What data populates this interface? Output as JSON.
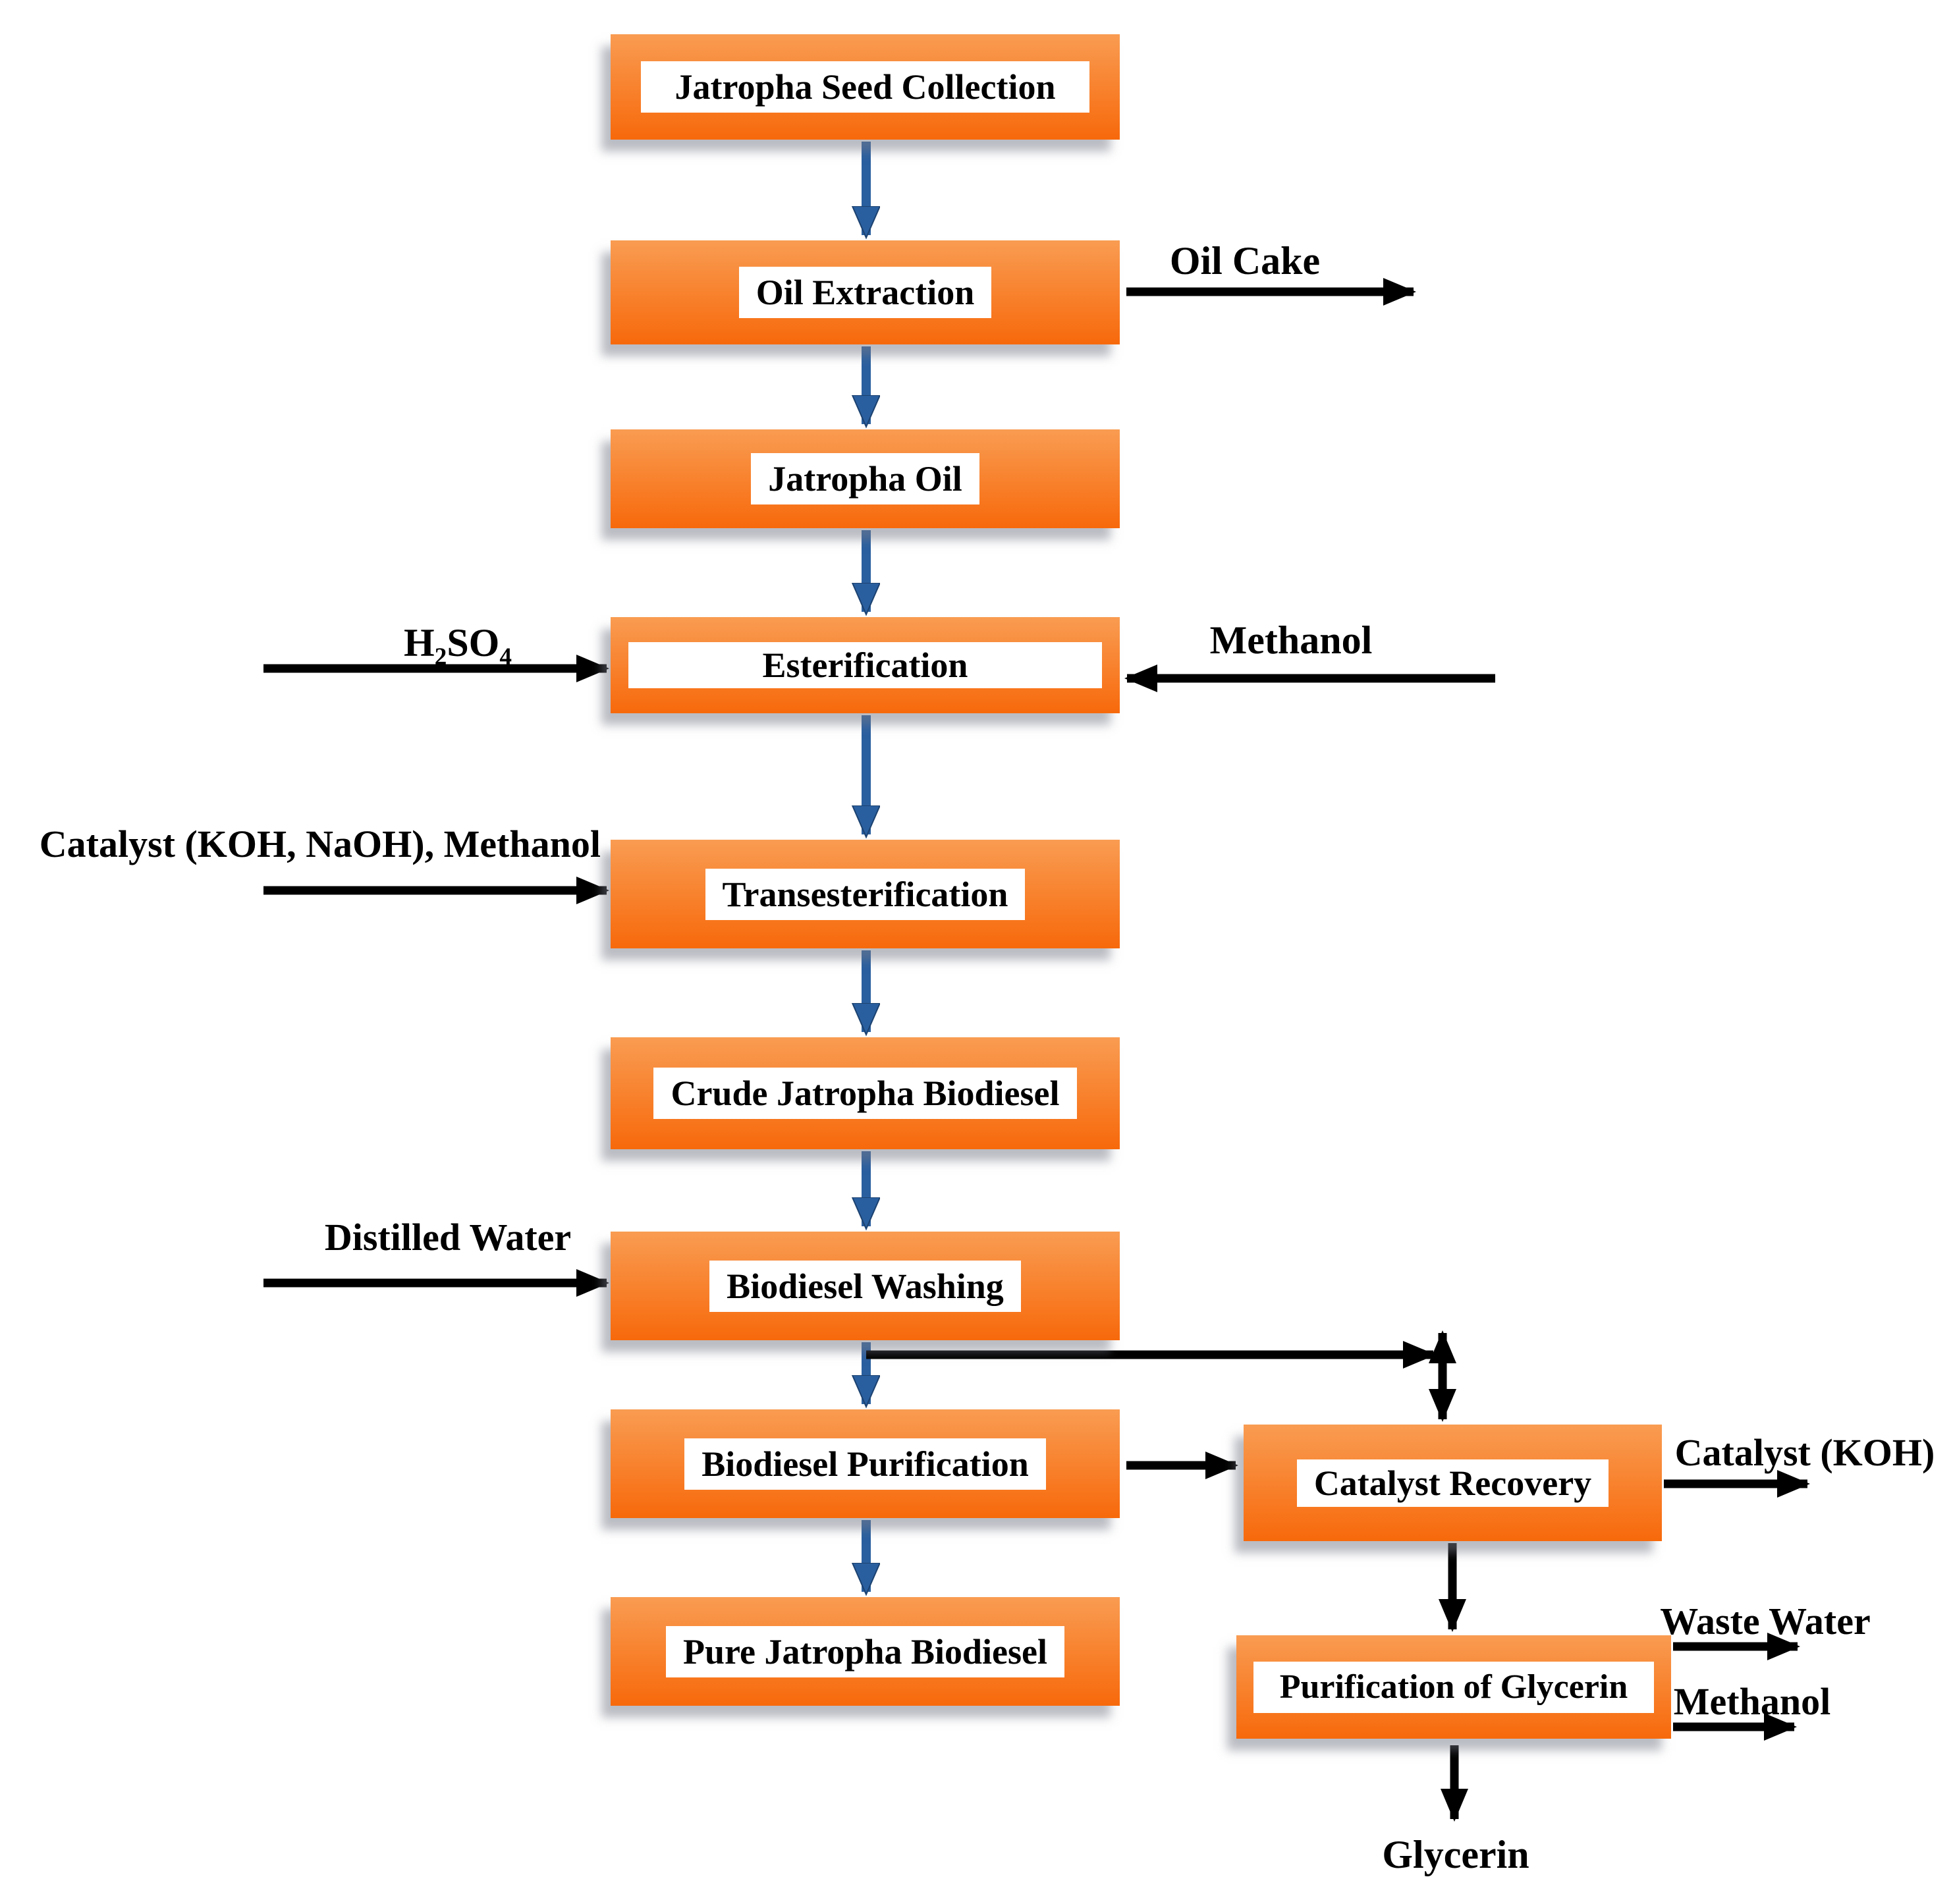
{
  "diagram": {
    "type": "flowchart",
    "subject": "Jatropha biodiesel production process",
    "nodes": {
      "seed": "Jatropha Seed Collection",
      "extraction": "Oil Extraction",
      "oil": "Jatropha Oil",
      "esterification": "Esterification",
      "transesterification": "Transesterification",
      "crude": "Crude Jatropha Biodiesel",
      "washing": "Biodiesel Washing",
      "purification": "Biodiesel Purification",
      "pure": "Pure Jatropha Biodiesel",
      "catalyst_recovery": "Catalyst Recovery",
      "glycerin_purification": "Purification of Glycerin"
    },
    "io": {
      "oil_cake": "Oil Cake",
      "h2so4": {
        "b1": "H",
        "s1": "2",
        "b2": "SO",
        "s2": "4"
      },
      "methanol_in": "Methanol",
      "catalyst_in": "Catalyst (KOH, NaOH), Methanol",
      "distilled_water": "Distilled Water",
      "catalyst_out": "Catalyst (KOH)",
      "waste_water": "Waste Water",
      "methanol_out": "Methanol",
      "glycerin": "Glycerin"
    },
    "edges": [
      {
        "from": "Jatropha Seed Collection",
        "to": "Oil Extraction",
        "type": "process"
      },
      {
        "from": "Oil Extraction",
        "to": "Oil Cake",
        "type": "output"
      },
      {
        "from": "Oil Extraction",
        "to": "Jatropha Oil",
        "type": "process"
      },
      {
        "from": "Jatropha Oil",
        "to": "Esterification",
        "type": "process"
      },
      {
        "from": "H2SO4",
        "to": "Esterification",
        "type": "input"
      },
      {
        "from": "Methanol",
        "to": "Esterification",
        "type": "input"
      },
      {
        "from": "Esterification",
        "to": "Transesterification",
        "type": "process"
      },
      {
        "from": "Catalyst (KOH, NaOH), Methanol",
        "to": "Transesterification",
        "type": "input"
      },
      {
        "from": "Transesterification",
        "to": "Crude Jatropha Biodiesel",
        "type": "process"
      },
      {
        "from": "Crude Jatropha Biodiesel",
        "to": "Biodiesel Washing",
        "type": "process"
      },
      {
        "from": "Distilled Water",
        "to": "Biodiesel Washing",
        "type": "input"
      },
      {
        "from": "Biodiesel Washing",
        "to": "Biodiesel Purification",
        "type": "process"
      },
      {
        "from": "Biodiesel Washing",
        "to": "Catalyst Recovery",
        "type": "branch"
      },
      {
        "from": "Biodiesel Purification",
        "to": "Catalyst Recovery",
        "type": "process"
      },
      {
        "from": "Biodiesel Purification",
        "to": "Pure Jatropha Biodiesel",
        "type": "process"
      },
      {
        "from": "Catalyst Recovery",
        "to": "Catalyst (KOH)",
        "type": "output"
      },
      {
        "from": "Catalyst Recovery",
        "to": "Purification of Glycerin",
        "type": "process"
      },
      {
        "from": "Purification of Glycerin",
        "to": "Waste Water",
        "type": "output"
      },
      {
        "from": "Purification of Glycerin",
        "to": "Methanol",
        "type": "output"
      },
      {
        "from": "Purification of Glycerin",
        "to": "Glycerin",
        "type": "output"
      }
    ],
    "colors": {
      "node_fill_top": "#F99C52",
      "node_fill_bottom": "#F7690B",
      "flow_arrow": "#2A5F9F",
      "io_arrow": "#000000",
      "label_bg": "#FFFFFF",
      "text": "#000000"
    }
  }
}
